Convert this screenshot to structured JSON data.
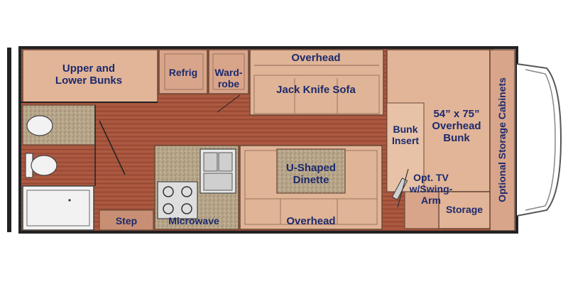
{
  "floorplan": {
    "rooms": {
      "bunks": "Upper and\nLower Bunks",
      "refrig": "Refrig",
      "wardrobe": "Ward-\nrobe",
      "overhead_top": "Overhead",
      "sofa": "Jack Knife Sofa",
      "overhead_bunk": "54” x 75”\nOverhead\nBunk",
      "bunk_insert": "Bunk\nInsert",
      "storage_cabinets": "Optional Storage Cabinets",
      "dinette": "U-Shaped\nDinette",
      "tv": "Opt. TV\nw/Swing-\nArm",
      "storage": "Storage",
      "step": "Step",
      "microwave": "Microwave",
      "overhead_bottom": "Overhead"
    },
    "colors": {
      "wall": "#222222",
      "floor_wood": "#a8553d",
      "cabinet": "#d9a98a",
      "counter": "#b9a58c",
      "label": "#1c2a6e"
    }
  }
}
